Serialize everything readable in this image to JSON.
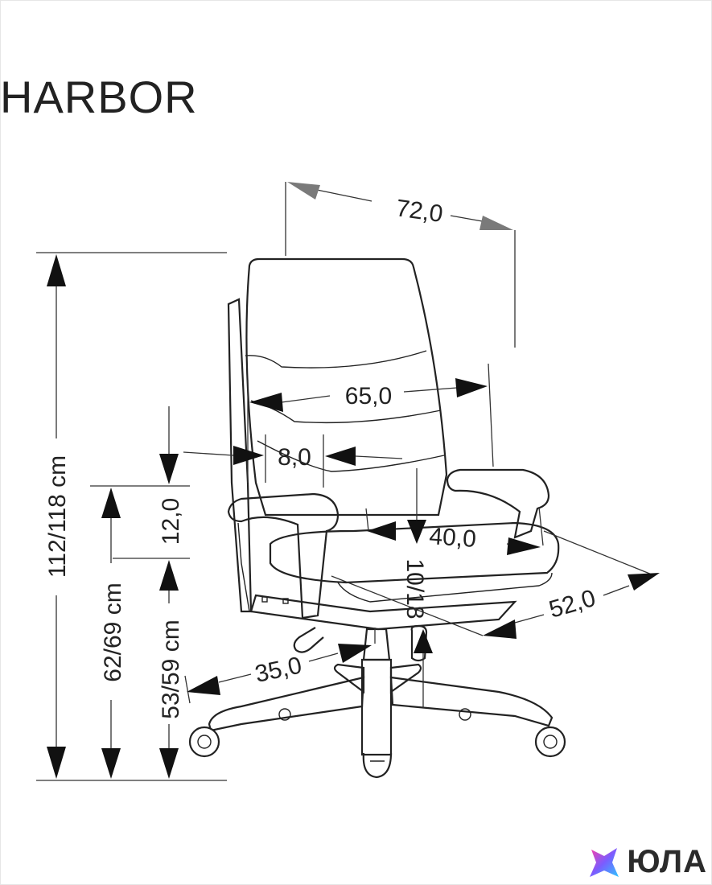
{
  "title": "HARBOR",
  "dimensions": {
    "total_height": "112/118 cm",
    "armrest_height": "62/69 cm",
    "seat_height": "53/59 cm",
    "arm_gap": "12,0",
    "total_width": "72,0",
    "backrest_width": "65,0",
    "arm_offset": "8,0",
    "seat_depth": "40,0",
    "total_depth": "52,0",
    "lift_range": "10/18",
    "base_radius": "35,0"
  },
  "logo": {
    "text": "ЮЛА",
    "colors": [
      "#ff3ea5",
      "#7b5cff",
      "#2ec5ff"
    ]
  }
}
